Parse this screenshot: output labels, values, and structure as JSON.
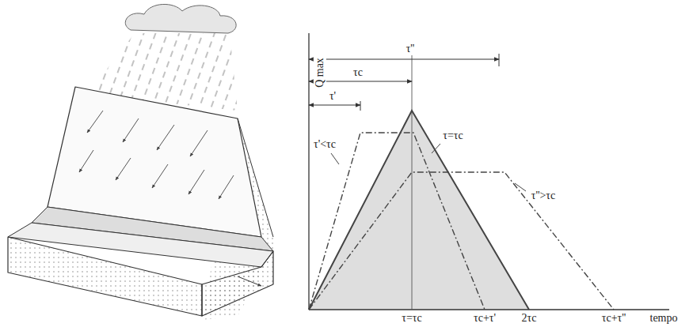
{
  "diagram": {
    "labels": [
      "Q max",
      "τ''",
      "τc",
      "τ'",
      "τ'<τc",
      "τ=τc",
      "τ''>τc",
      "τ=τc",
      "τc+τ'",
      "2τc",
      "τc+τ''",
      "tempo"
    ]
  }
}
